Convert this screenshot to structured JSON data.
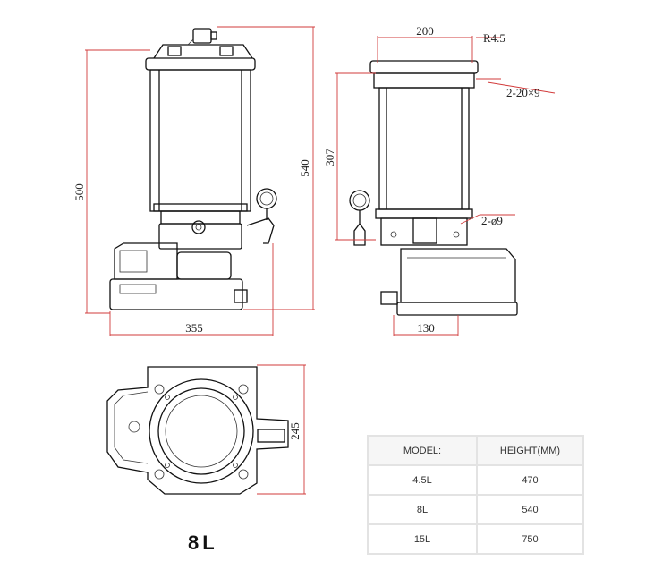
{
  "title": "8L",
  "dimensions": {
    "front_height_total": "500",
    "front_height_body": "540",
    "front_width": "355",
    "side_top_width": "200",
    "side_radius": "R4.5",
    "side_slots": "2-20×9",
    "side_height": "307",
    "side_holes": "2-ø9",
    "side_base_width": "130",
    "top_view_depth": "245"
  },
  "table": {
    "headers": [
      "MODEL:",
      "HEIGHT(MM)"
    ],
    "rows": [
      {
        "model": "4.5L",
        "height": "470"
      },
      {
        "model": "8L",
        "height": "540"
      },
      {
        "model": "15L",
        "height": "750"
      }
    ]
  }
}
